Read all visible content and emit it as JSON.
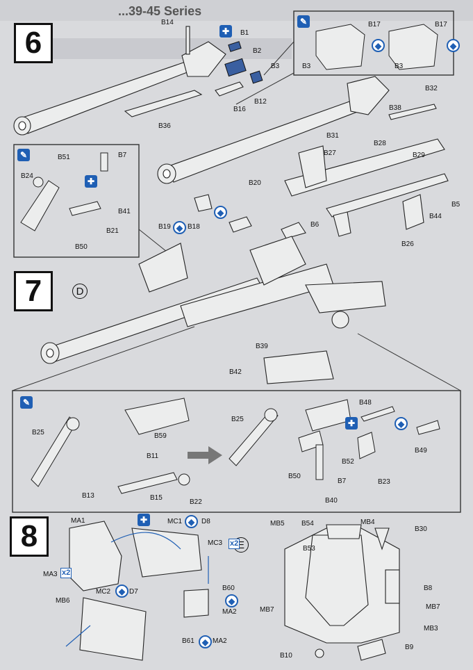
{
  "header_text": "...39-45 Series",
  "steps": {
    "s6": "6",
    "s7": "7",
    "s8": "8"
  },
  "sub_views": {
    "d": "D",
    "e": "E"
  },
  "counts": {
    "mc3": "x2",
    "ma3": "x2"
  },
  "colors": {
    "accent": "#1f5fb4",
    "paper": "#d9dadd",
    "ink": "#111111"
  },
  "icons": [
    "paint-brush-icon",
    "glue-icon",
    "cut-icon",
    "flip-icon"
  ],
  "labels": {
    "step6": [
      "B14",
      "B1",
      "B2",
      "B3",
      "B12",
      "B16",
      "B36",
      "B3",
      "B17",
      "B17",
      "B3",
      "B32",
      "B38",
      "B31",
      "B28",
      "B27",
      "B29",
      "B20",
      "B5",
      "B44",
      "B6",
      "B26",
      "B19",
      "B18",
      "B51",
      "B7",
      "B24",
      "B41",
      "B21",
      "B50"
    ],
    "step7": [
      "B39",
      "B42",
      "B25",
      "B59",
      "B11",
      "B13",
      "B15",
      "B22",
      "B25",
      "B48",
      "B49",
      "B52",
      "B23",
      "B50",
      "B7",
      "B40"
    ],
    "step8": [
      "MA1",
      "MC1",
      "D8",
      "MC3",
      "MA3",
      "MC2",
      "D7",
      "MB6",
      "B60",
      "MA2",
      "B61",
      "MA2",
      "MB5",
      "B54",
      "MB4",
      "B30",
      "B53",
      "B8",
      "MB7",
      "MB7",
      "MB3",
      "B9",
      "B10"
    ]
  }
}
